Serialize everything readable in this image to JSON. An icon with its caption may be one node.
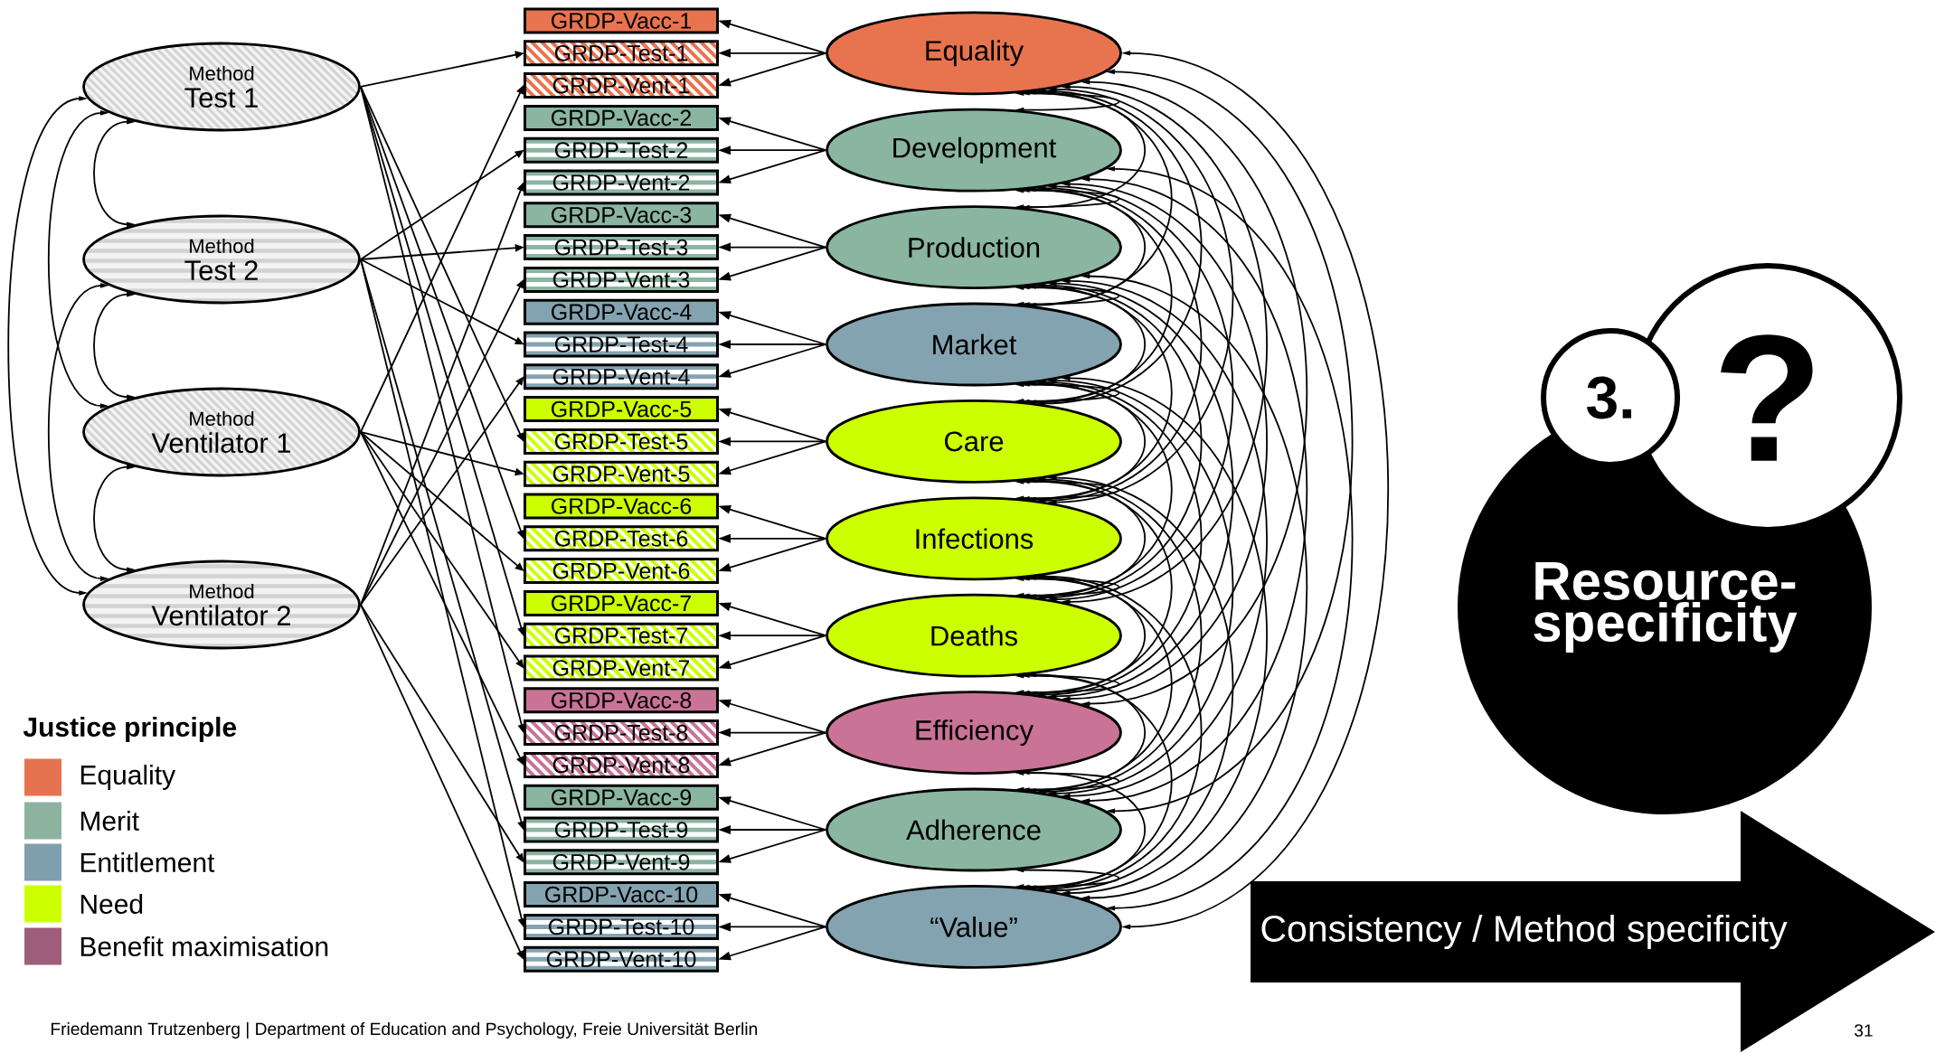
{
  "diagram": {
    "nodes": [
      {
        "text": [
          "Method",
          "Test 1"
        ]
      },
      {
        "text": [
          "Method",
          "Test 2"
        ]
      },
      {
        "text": [
          "Method",
          "Ventilator 1"
        ]
      },
      {
        "text": [
          "Method",
          "Ventilator 2"
        ]
      },
      {
        "text": [
          "GRDP-Vacc-1"
        ]
      },
      {
        "text": [
          "GRDP-Test-1"
        ]
      },
      {
        "text": [
          "GRDP-Vent-1"
        ]
      },
      {
        "text": [
          "GRDP-Vacc-2"
        ]
      },
      {
        "text": [
          "GRDP-Test-2"
        ]
      },
      {
        "text": [
          "GRDP-Vent-2"
        ]
      },
      {
        "text": [
          "GRDP-Vacc-3"
        ]
      },
      {
        "text": [
          "GRDP-Test-3"
        ]
      },
      {
        "text": [
          "GRDP-Vent-3"
        ]
      },
      {
        "text": [
          "GRDP-Vacc-4"
        ]
      },
      {
        "text": [
          "GRDP-Test-4"
        ]
      },
      {
        "text": [
          "GRDP-Vent-4"
        ]
      },
      {
        "text": [
          "GRDP-Vacc-5"
        ]
      },
      {
        "text": [
          "GRDP-Test-5"
        ]
      },
      {
        "text": [
          "GRDP-Vent-5"
        ]
      },
      {
        "text": [
          "GRDP-Vacc-6"
        ]
      },
      {
        "text": [
          "GRDP-Test-6"
        ]
      },
      {
        "text": [
          "GRDP-Vent-6"
        ]
      },
      {
        "text": [
          "GRDP-Vacc-7"
        ]
      },
      {
        "text": [
          "GRDP-Test-7"
        ]
      },
      {
        "text": [
          "GRDP-Vent-7"
        ]
      },
      {
        "text": [
          "GRDP-Vacc-8"
        ]
      },
      {
        "text": [
          "GRDP-Test-8"
        ]
      },
      {
        "text": [
          "GRDP-Vent-8"
        ]
      },
      {
        "text": [
          "GRDP-Vacc-9"
        ]
      },
      {
        "text": [
          "GRDP-Test-9"
        ]
      },
      {
        "text": [
          "GRDP-Vent-9"
        ]
      },
      {
        "text": [
          "GRDP-Vacc-10"
        ]
      },
      {
        "text": [
          "GRDP-Test-10"
        ]
      },
      {
        "text": [
          "GRDP-Vent-10"
        ]
      },
      {
        "text": [
          "Equality"
        ]
      },
      {
        "text": [
          "Development"
        ]
      },
      {
        "text": [
          "Production"
        ]
      },
      {
        "text": [
          "Market"
        ]
      },
      {
        "text": [
          "Care"
        ]
      },
      {
        "text": [
          "Infections"
        ]
      },
      {
        "text": [
          "Deaths"
        ]
      },
      {
        "text": [
          "Efficiency"
        ]
      },
      {
        "text": [
          "Adherence"
        ]
      },
      {
        "text": [
          "“Value”"
        ]
      },
      {
        "text": [
          "3."
        ]
      },
      {
        "text": [
          "?"
        ]
      },
      {
        "text": [
          "Resource-specificity"
        ]
      },
      {
        "text": [
          "Consistency / Method specificity"
        ]
      }
    ],
    "edges": [
      {
        "from": 34,
        "to": 4,
        "arrow": "to"
      },
      {
        "from": 34,
        "to": 5,
        "arrow": "to"
      },
      {
        "from": 34,
        "to": 6,
        "arrow": "to"
      },
      {
        "from": 35,
        "to": 7,
        "arrow": "to"
      },
      {
        "from": 35,
        "to": 8,
        "arrow": "to"
      },
      {
        "from": 35,
        "to": 9,
        "arrow": "to"
      },
      {
        "from": 36,
        "to": 10,
        "arrow": "to"
      },
      {
        "from": 36,
        "to": 11,
        "arrow": "to"
      },
      {
        "from": 36,
        "to": 12,
        "arrow": "to"
      },
      {
        "from": 37,
        "to": 13,
        "arrow": "to"
      },
      {
        "from": 37,
        "to": 14,
        "arrow": "to"
      },
      {
        "from": 37,
        "to": 15,
        "arrow": "to"
      },
      {
        "from": 38,
        "to": 16,
        "arrow": "to"
      },
      {
        "from": 38,
        "to": 17,
        "arrow": "to"
      },
      {
        "from": 38,
        "to": 18,
        "arrow": "to"
      },
      {
        "from": 39,
        "to": 19,
        "arrow": "to"
      },
      {
        "from": 39,
        "to": 20,
        "arrow": "to"
      },
      {
        "from": 39,
        "to": 21,
        "arrow": "to"
      },
      {
        "from": 40,
        "to": 22,
        "arrow": "to"
      },
      {
        "from": 40,
        "to": 23,
        "arrow": "to"
      },
      {
        "from": 40,
        "to": 24,
        "arrow": "to"
      },
      {
        "from": 41,
        "to": 25,
        "arrow": "to"
      },
      {
        "from": 41,
        "to": 26,
        "arrow": "to"
      },
      {
        "from": 41,
        "to": 27,
        "arrow": "to"
      },
      {
        "from": 42,
        "to": 28,
        "arrow": "to"
      },
      {
        "from": 42,
        "to": 29,
        "arrow": "to"
      },
      {
        "from": 42,
        "to": 30,
        "arrow": "to"
      },
      {
        "from": 43,
        "to": 31,
        "arrow": "to"
      },
      {
        "from": 43,
        "to": 32,
        "arrow": "to"
      },
      {
        "from": 43,
        "to": 33,
        "arrow": "to"
      },
      {
        "from": 0,
        "to": 5,
        "arrow": "to"
      },
      {
        "from": 0,
        "to": 17,
        "arrow": "to"
      },
      {
        "from": 0,
        "to": 20,
        "arrow": "to"
      },
      {
        "from": 0,
        "to": 23,
        "arrow": "to"
      },
      {
        "from": 0,
        "to": 26,
        "arrow": "to"
      },
      {
        "from": 1,
        "to": 8,
        "arrow": "to"
      },
      {
        "from": 1,
        "to": 11,
        "arrow": "to"
      },
      {
        "from": 1,
        "to": 14,
        "arrow": "to"
      },
      {
        "from": 1,
        "to": 29,
        "arrow": "to"
      },
      {
        "from": 1,
        "to": 32,
        "arrow": "to"
      },
      {
        "from": 2,
        "to": 6,
        "arrow": "to"
      },
      {
        "from": 2,
        "to": 18,
        "arrow": "to"
      },
      {
        "from": 2,
        "to": 21,
        "arrow": "to"
      },
      {
        "from": 2,
        "to": 24,
        "arrow": "to"
      },
      {
        "from": 2,
        "to": 27,
        "arrow": "to"
      },
      {
        "from": 3,
        "to": 9,
        "arrow": "to"
      },
      {
        "from": 3,
        "to": 12,
        "arrow": "to"
      },
      {
        "from": 3,
        "to": 15,
        "arrow": "to"
      },
      {
        "from": 3,
        "to": 30,
        "arrow": "to"
      },
      {
        "from": 3,
        "to": 33,
        "arrow": "to"
      },
      {
        "from": 0,
        "to": 1,
        "arrow": "both"
      },
      {
        "from": 0,
        "to": 2,
        "arrow": "both"
      },
      {
        "from": 0,
        "to": 3,
        "arrow": "both"
      },
      {
        "from": 1,
        "to": 2,
        "arrow": "both"
      },
      {
        "from": 1,
        "to": 3,
        "arrow": "both"
      },
      {
        "from": 2,
        "to": 3,
        "arrow": "both"
      },
      {
        "from": 34,
        "to": 35,
        "arrow": "both"
      },
      {
        "from": 34,
        "to": 36,
        "arrow": "both"
      },
      {
        "from": 34,
        "to": 37,
        "arrow": "both"
      },
      {
        "from": 34,
        "to": 38,
        "arrow": "both"
      },
      {
        "from": 34,
        "to": 39,
        "arrow": "both"
      },
      {
        "from": 34,
        "to": 40,
        "arrow": "both"
      },
      {
        "from": 34,
        "to": 41,
        "arrow": "both"
      },
      {
        "from": 34,
        "to": 42,
        "arrow": "both"
      },
      {
        "from": 34,
        "to": 43,
        "arrow": "both"
      },
      {
        "from": 35,
        "to": 36,
        "arrow": "both"
      },
      {
        "from": 35,
        "to": 37,
        "arrow": "both"
      },
      {
        "from": 35,
        "to": 38,
        "arrow": "both"
      },
      {
        "from": 35,
        "to": 39,
        "arrow": "both"
      },
      {
        "from": 35,
        "to": 40,
        "arrow": "both"
      },
      {
        "from": 35,
        "to": 41,
        "arrow": "both"
      },
      {
        "from": 35,
        "to": 42,
        "arrow": "both"
      },
      {
        "from": 35,
        "to": 43,
        "arrow": "both"
      },
      {
        "from": 36,
        "to": 37,
        "arrow": "both"
      },
      {
        "from": 36,
        "to": 38,
        "arrow": "both"
      },
      {
        "from": 36,
        "to": 39,
        "arrow": "both"
      },
      {
        "from": 36,
        "to": 40,
        "arrow": "both"
      },
      {
        "from": 36,
        "to": 41,
        "arrow": "both"
      },
      {
        "from": 36,
        "to": 42,
        "arrow": "both"
      },
      {
        "from": 36,
        "to": 43,
        "arrow": "both"
      },
      {
        "from": 37,
        "to": 38,
        "arrow": "both"
      },
      {
        "from": 37,
        "to": 39,
        "arrow": "both"
      },
      {
        "from": 37,
        "to": 40,
        "arrow": "both"
      },
      {
        "from": 37,
        "to": 41,
        "arrow": "both"
      },
      {
        "from": 37,
        "to": 42,
        "arrow": "both"
      },
      {
        "from": 37,
        "to": 43,
        "arrow": "both"
      },
      {
        "from": 38,
        "to": 39,
        "arrow": "both"
      },
      {
        "from": 38,
        "to": 40,
        "arrow": "both"
      },
      {
        "from": 38,
        "to": 41,
        "arrow": "both"
      },
      {
        "from": 38,
        "to": 42,
        "arrow": "both"
      },
      {
        "from": 38,
        "to": 43,
        "arrow": "both"
      },
      {
        "from": 39,
        "to": 40,
        "arrow": "both"
      },
      {
        "from": 39,
        "to": 41,
        "arrow": "both"
      },
      {
        "from": 39,
        "to": 42,
        "arrow": "both"
      },
      {
        "from": 39,
        "to": 43,
        "arrow": "both"
      },
      {
        "from": 40,
        "to": 41,
        "arrow": "both"
      },
      {
        "from": 40,
        "to": 42,
        "arrow": "both"
      },
      {
        "from": 40,
        "to": 43,
        "arrow": "both"
      },
      {
        "from": 41,
        "to": 42,
        "arrow": "both"
      },
      {
        "from": 41,
        "to": 43,
        "arrow": "both"
      },
      {
        "from": 42,
        "to": 43,
        "arrow": "both"
      }
    ],
    "labels": [
      "Justice principle",
      "Friedemann Trutzenberg | Department of Education and Psychology, Freie Universität Berlin",
      "31"
    ],
    "legend": [
      {
        "text": "Equality",
        "color": "#e57350"
      },
      {
        "text": "Merit",
        "color": "#8db3a0"
      },
      {
        "text": "Entitlement",
        "color": "#7f9fae"
      },
      {
        "text": "Need",
        "color": "#ccff00"
      },
      {
        "text": "Benefit maximisation",
        "color": "#9e5d78"
      }
    ]
  }
}
